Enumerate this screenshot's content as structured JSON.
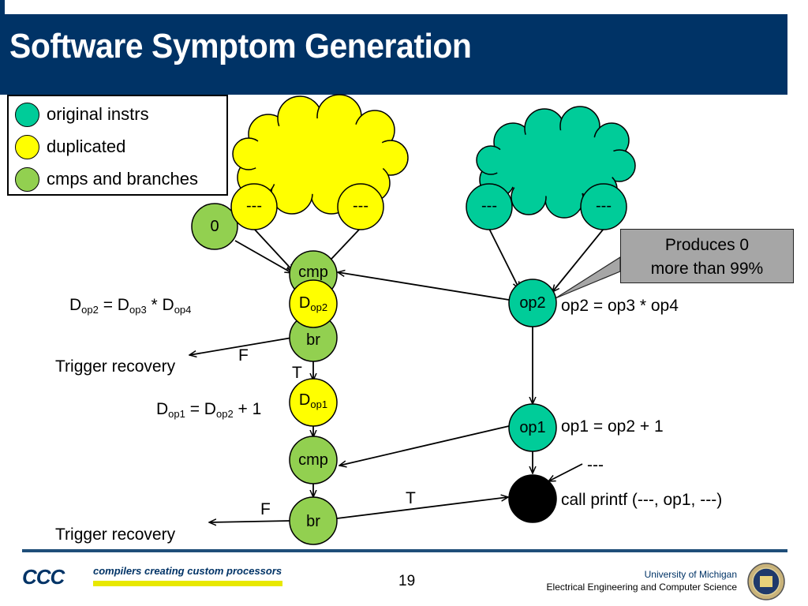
{
  "title": "Software Symptom Generation",
  "legend": [
    {
      "label": "original instrs",
      "color": "#00cc99"
    },
    {
      "label": "duplicated",
      "color": "#ffff00"
    },
    {
      "label": "cmps and branches",
      "color": "#92d050"
    }
  ],
  "nodes": {
    "zero": "0",
    "dup_a": "---",
    "dup_b": "---",
    "orig_a": "---",
    "orig_b": "---",
    "cmp1": "cmp",
    "dop2_main": "D",
    "dop2_sub": "op2",
    "br1": "br",
    "dop1_main": "D",
    "dop1_sub": "op1",
    "cmp2": "cmp",
    "br2": "br",
    "op2": "op2",
    "op1": "op1"
  },
  "texts": {
    "eq_dop2_d1": "D",
    "eq_dop2_s1": "op2",
    "eq_dop2_m1": " = D",
    "eq_dop2_s2": "op3",
    "eq_dop2_m2": " * D",
    "eq_dop2_s3": "op4",
    "eq_dop1_d1": "D",
    "eq_dop1_s1": "op1",
    "eq_dop1_m1": " = D",
    "eq_dop1_s2": "op2",
    "eq_dop1_m2": " + 1",
    "eq_op2": "op2 = op3 * op4",
    "eq_op1": "op1 =  op2 + 1",
    "call_printf": "call printf (---, op1, ---)",
    "dashes": "---",
    "trigger1": "Trigger recovery",
    "trigger2": "Trigger recovery",
    "f1": "F",
    "t1": "T",
    "f2": "F",
    "t2": "T"
  },
  "callout": {
    "line1": "Produces 0",
    "line2": "more than 99%"
  },
  "footer": {
    "logo": "CCC",
    "tagline": "compilers creating custom processors",
    "page": "19",
    "univ_line1": "University of Michigan",
    "univ_line2": "Electrical Engineering and Computer Science"
  },
  "colors": {
    "title_bg": "#003366",
    "original": "#00cc99",
    "duplicated": "#ffff00",
    "cmp_branch": "#92d050",
    "callout": "#a6a6a6"
  }
}
